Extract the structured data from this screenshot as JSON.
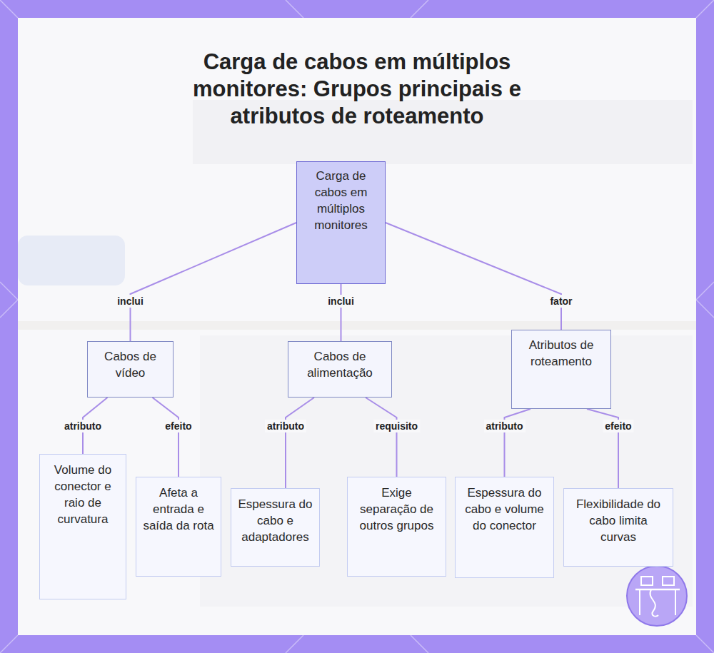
{
  "diagram": {
    "title": "Carga de cabos em múltiplos monitores: Grupos principais e atributos de roteamento",
    "nodes": [
      {
        "text": [
          "Carga de cabos em múltiplos monitores"
        ]
      },
      {
        "text": [
          "Cabos de vídeo"
        ]
      },
      {
        "text": [
          "Cabos de alimentação"
        ]
      },
      {
        "text": [
          "Atributos de roteamento"
        ]
      },
      {
        "text": [
          "Volume do conector e raio de curvatura"
        ]
      },
      {
        "text": [
          "Afeta a entrada e saída da rota"
        ]
      },
      {
        "text": [
          "Espessura do cabo e adaptadores"
        ]
      },
      {
        "text": [
          "Exige separação de outros grupos"
        ]
      },
      {
        "text": [
          "Espessura do cabo e volume do conector"
        ]
      },
      {
        "text": [
          "Flexibilidade do cabo limita curvas"
        ]
      }
    ],
    "edges": [
      {
        "from": 0,
        "to": 1,
        "label": "inclui",
        "arrow": "none"
      },
      {
        "from": 0,
        "to": 2,
        "label": "inclui",
        "arrow": "none"
      },
      {
        "from": 0,
        "to": 3,
        "label": "fator",
        "arrow": "none"
      },
      {
        "from": 1,
        "to": 4,
        "label": "atributo",
        "arrow": "none"
      },
      {
        "from": 1,
        "to": 5,
        "label": "efeito",
        "arrow": "none"
      },
      {
        "from": 2,
        "to": 6,
        "label": "atributo",
        "arrow": "none"
      },
      {
        "from": 2,
        "to": 7,
        "label": "requisito",
        "arrow": "none"
      },
      {
        "from": 3,
        "to": 8,
        "label": "atributo",
        "arrow": "none"
      },
      {
        "from": 3,
        "to": 9,
        "label": "efeito",
        "arrow": "none"
      }
    ]
  }
}
